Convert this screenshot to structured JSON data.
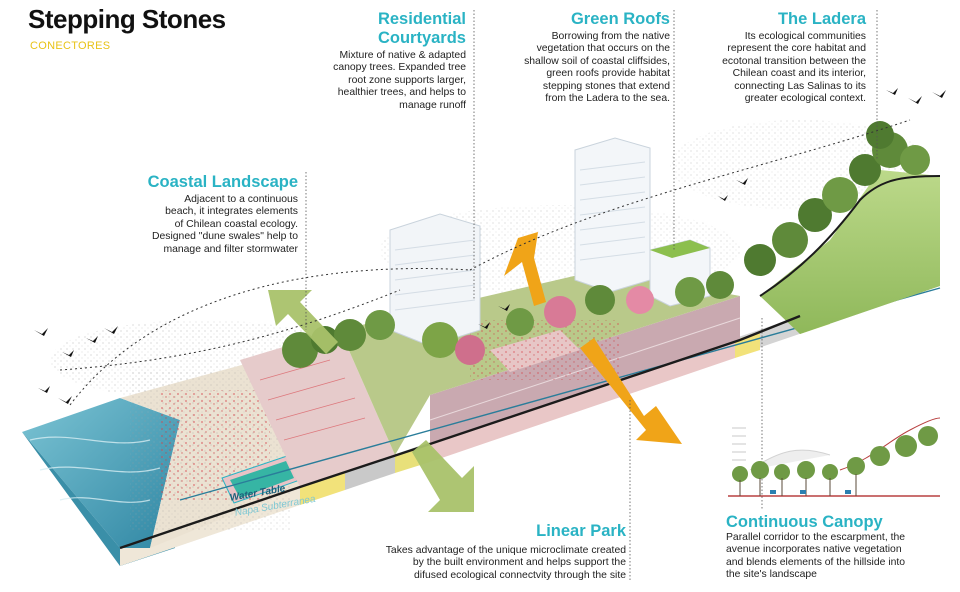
{
  "title": "Stepping Stones",
  "subtitle": "CONECTORES",
  "callouts": {
    "residential": {
      "heading": "Residential\nCourtyards",
      "body": "Mixture of native & adapted\ncanopy trees. Expanded tree\nroot zone supports larger,\nhealthier trees, and helps to\nmanage runoff"
    },
    "green_roofs": {
      "heading": "Green Roofs",
      "body": "Borrowing from the native\nvegetation that occurs on the\nshallow soil  of coastal cliffsides,\ngreen roofs provide habitat\nstepping stones that extend\nfrom the Ladera to the sea."
    },
    "ladera": {
      "heading": "The Ladera",
      "body": "Its ecological communities\nrepresent the core habitat and\necotonal transition between the\nChilean coast and its interior,\nconnecting Las Salinas to its\ngreater ecological context."
    },
    "coastal": {
      "heading": "Coastal Landscape",
      "body": "Adjacent to a continuous\nbeach, it integrates elements\nof Chilean coastal ecology.\nDesigned \"dune swales\" help to\nmanage and filter stormwater"
    },
    "linear_park": {
      "heading": "Linear Park",
      "body": "Takes advantage of the unique microclimate created\nby the built environment and helps support the\ndifused ecological connectvity through the site"
    },
    "canopy": {
      "heading": "Continuous Canopy",
      "body": "Parallel corridor to the escarpment, the\navenue incorporates native vegetation\nand blends elements of the hillside into\nthe site's landscape"
    }
  },
  "section_labels": {
    "water_table": "Water Table",
    "napa": "Napa Subterranea"
  },
  "colors": {
    "accent_teal": "#2ab3c4",
    "accent_yellow": "#e8c318",
    "arrow_green": "#a9c26a",
    "arrow_orange": "#f0a418",
    "sea": "#3a8fa8",
    "sand": "#e9e0cf",
    "hill_green": "#a7c86a"
  },
  "icons": [
    "bird-icon",
    "tree-icon",
    "building-icon"
  ]
}
